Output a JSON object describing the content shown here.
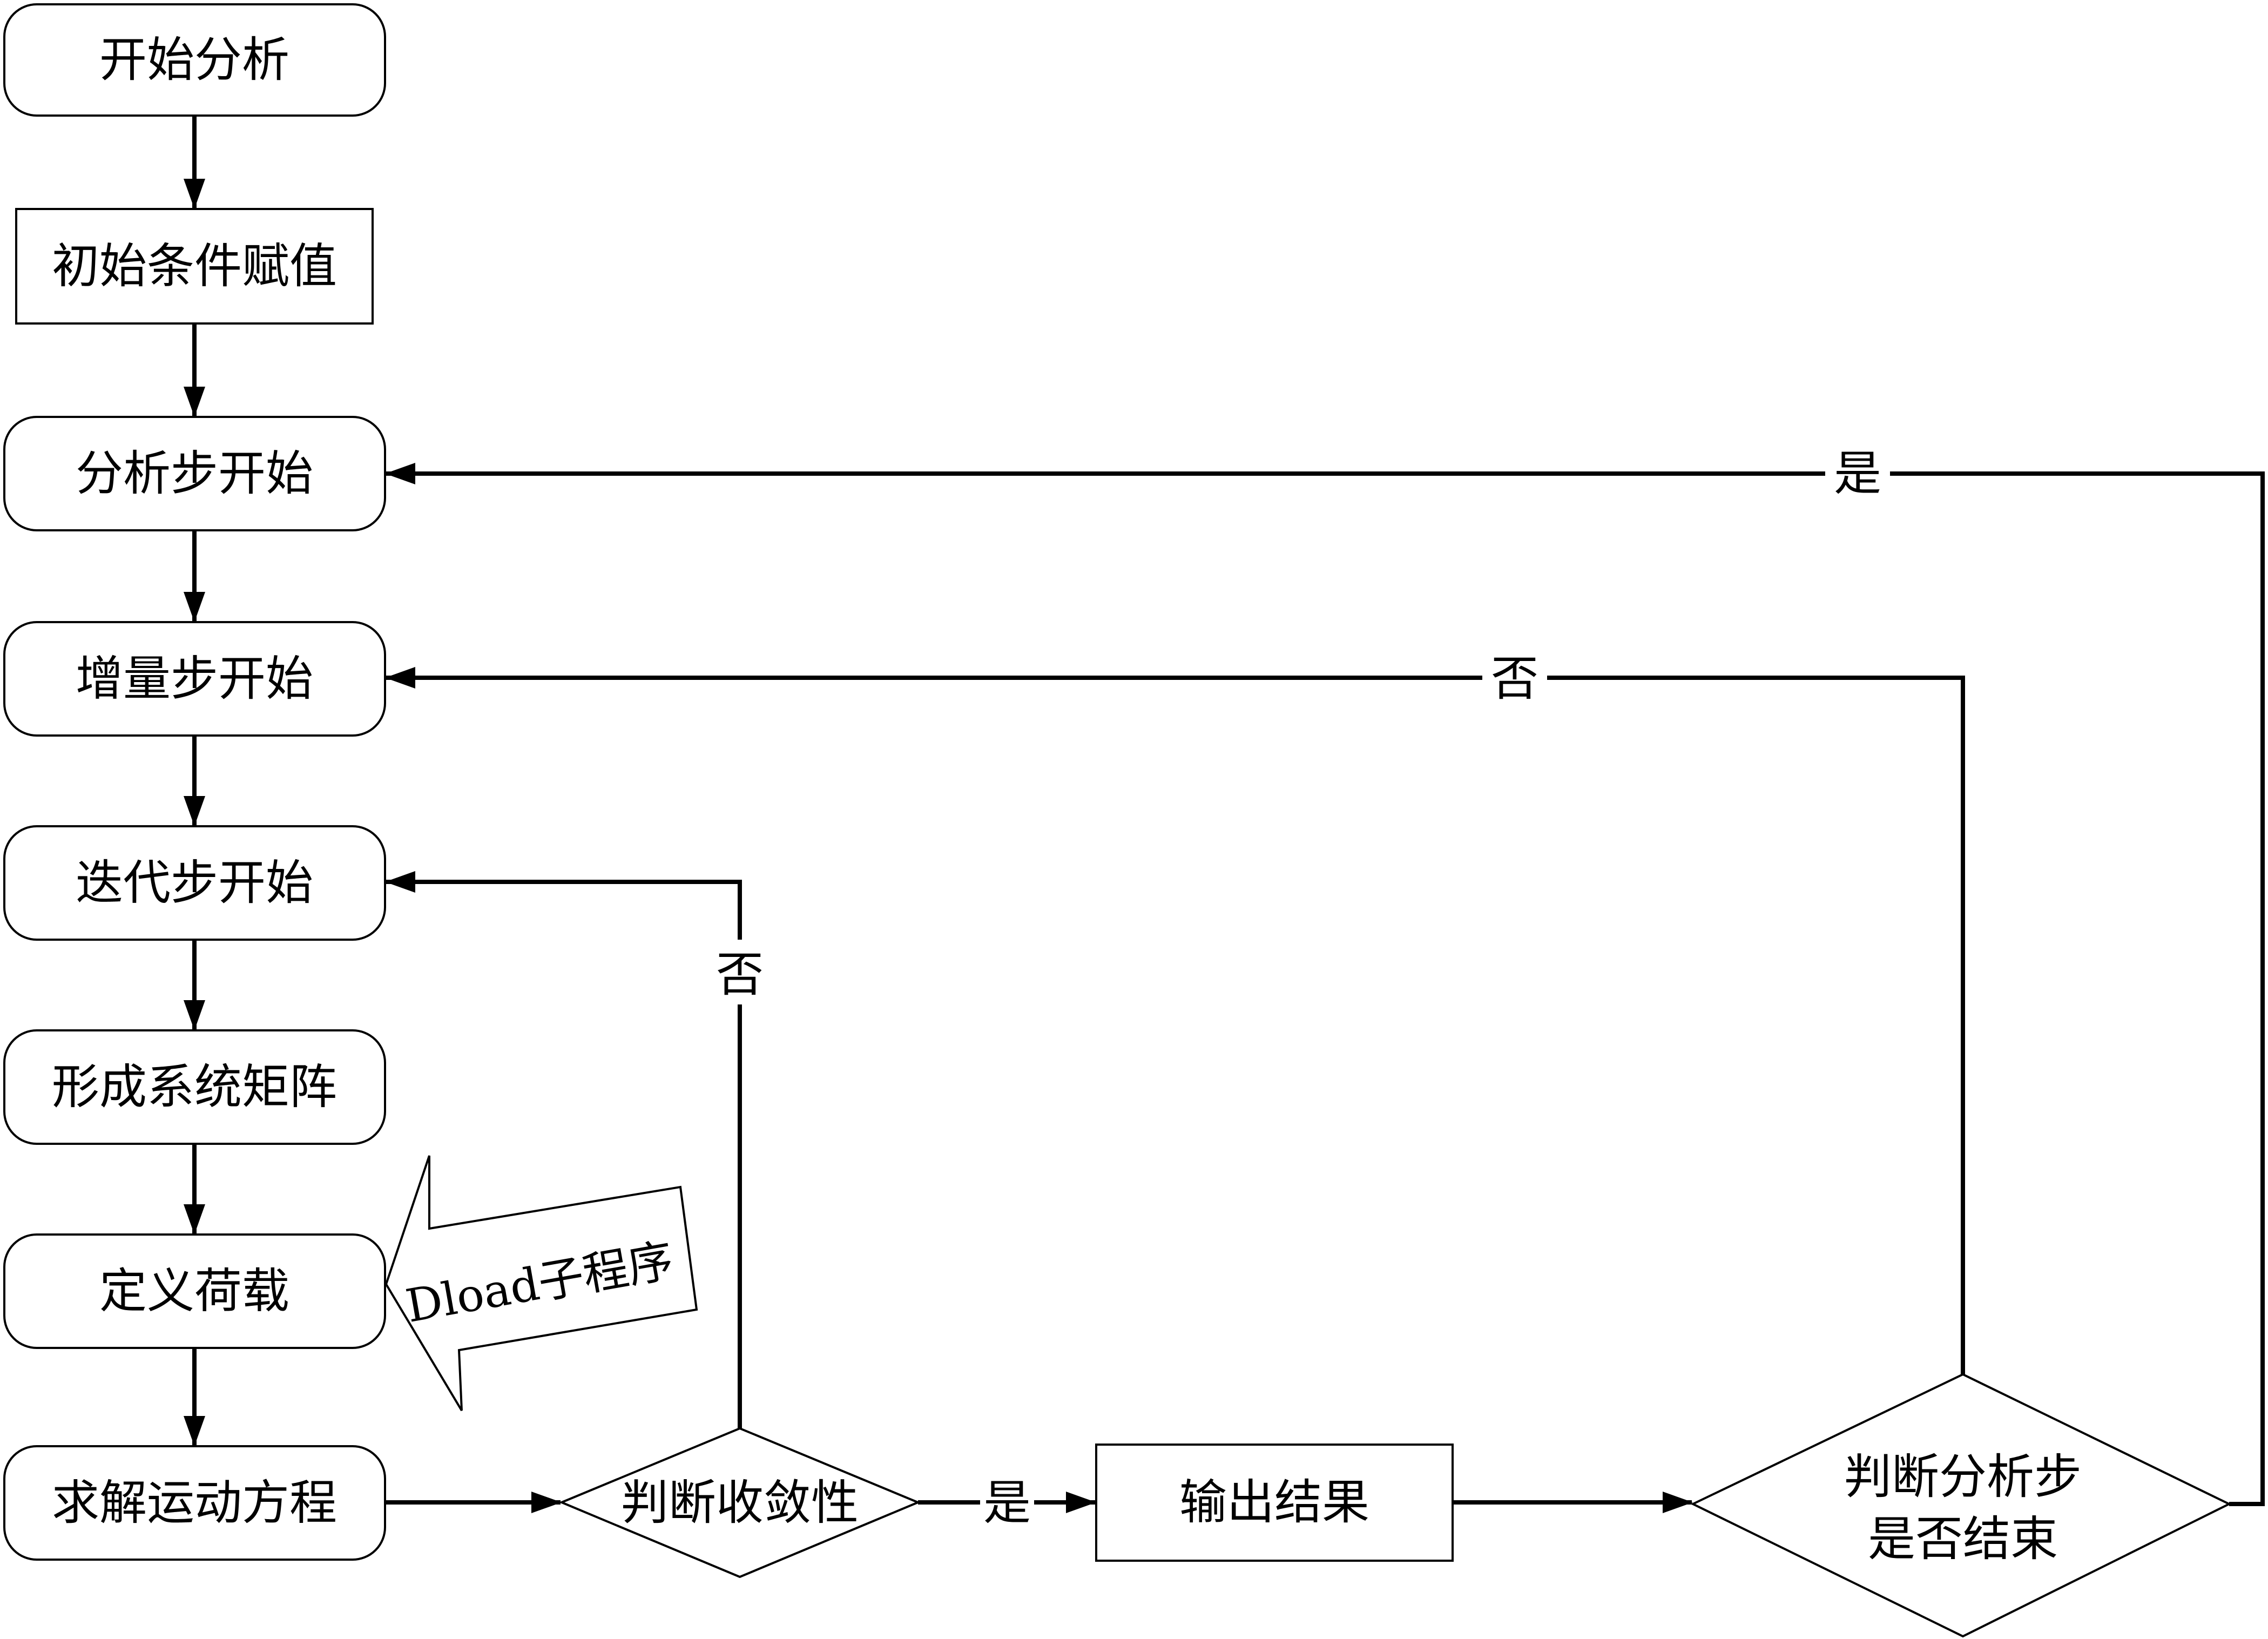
{
  "diagram": {
    "nodes": {
      "start_analysis": "开始分析",
      "init_conditions": "初始条件赋值",
      "analysis_step_start": "分析步开始",
      "increment_step_start": "增量步开始",
      "iteration_step_start": "迭代步开始",
      "form_system_matrix": "形成系统矩阵",
      "define_load": "定义荷载",
      "solve_motion_equation": "求解运动方程",
      "check_convergence": "判断收敛性",
      "output_results": "输出结果",
      "check_step_end_line1": "判断分析步",
      "check_step_end_line2": "是否结束"
    },
    "callout": {
      "dload_subroutine": "Dload子程序"
    },
    "edge_labels": {
      "converged_yes": "是",
      "converged_no": "否",
      "step_end_yes": "是",
      "step_end_no": "否"
    }
  }
}
